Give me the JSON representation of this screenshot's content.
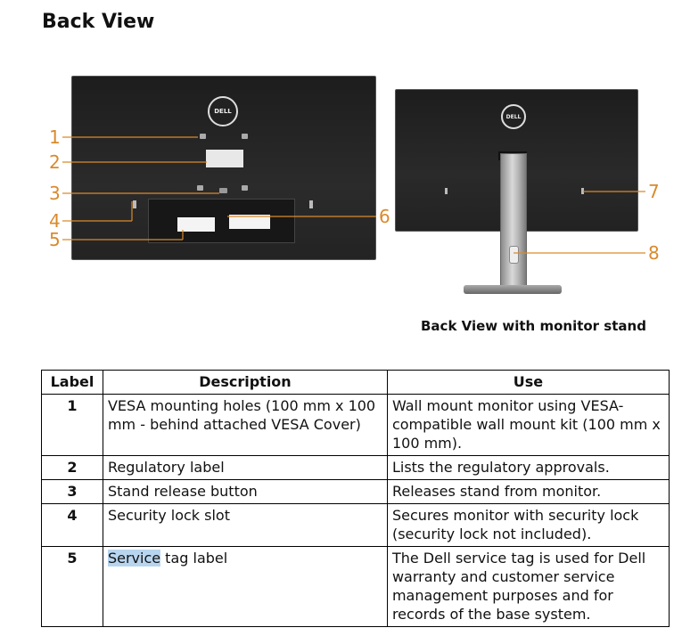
{
  "page": {
    "heading": "Back View",
    "stand_caption": "Back View with monitor stand"
  },
  "figure": {
    "logo_text": "DELL",
    "callouts": [
      "1",
      "2",
      "3",
      "4",
      "5",
      "6",
      "7",
      "8"
    ],
    "callout_color": "#d98a2b"
  },
  "table": {
    "headers": {
      "label": "Label",
      "description": "Description",
      "use": "Use"
    },
    "rows": [
      {
        "label": "1",
        "description": "VESA mounting holes (100 mm x 100 mm - behind attached VESA Cover)",
        "use": "Wall mount monitor using VESA-compatible wall mount kit (100 mm x 100 mm)."
      },
      {
        "label": "2",
        "description": "Regulatory label",
        "use": "Lists the regulatory approvals."
      },
      {
        "label": "3",
        "description": "Stand release button",
        "use": "Releases stand from monitor."
      },
      {
        "label": "4",
        "description": "Security lock slot",
        "use": "Secures monitor with security lock (security lock not included)."
      },
      {
        "label": "5",
        "description_highlight": "Service",
        "description_rest": " tag label",
        "use": "The Dell service tag is used for Dell warranty and customer service management purposes and for records of the base system."
      }
    ],
    "highlight_color": "#b8d5ef"
  }
}
